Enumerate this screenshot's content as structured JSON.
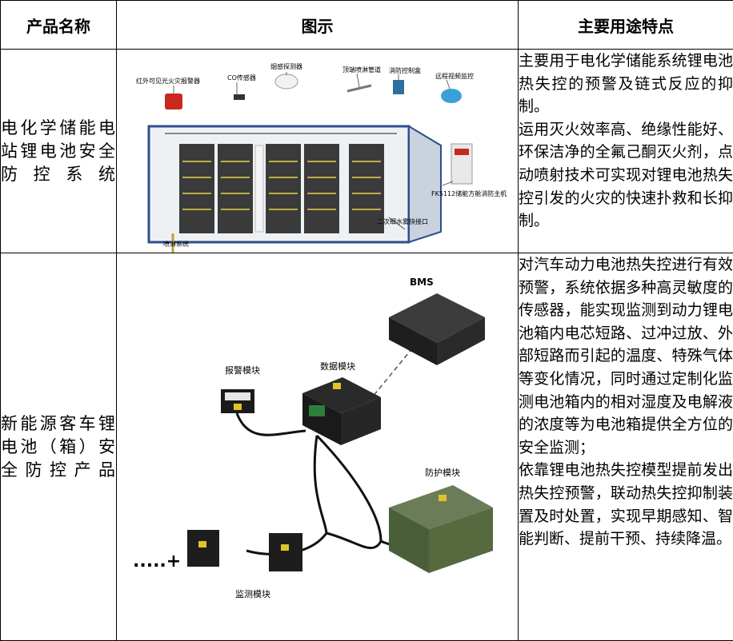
{
  "header": {
    "col_name": "产品名称",
    "col_figure": "图示",
    "col_desc": "主要用途特点"
  },
  "rows": [
    {
      "name": "电化学储能电站锂电池安全防控系统",
      "figure_labels": {
        "l1": "红外可见光火灾报警器",
        "l2": "CO传感器",
        "l3": "烟感探测器",
        "l4": "顶端喷淋管道",
        "l5": "消防控制盒",
        "l6": "远程视频监控",
        "l7": "FK5112储能方舱消防主机",
        "l8": "二次细水雾快接口",
        "l9": "喷淋系统"
      },
      "desc": [
        "主要用于电化学储能系统锂电池热失控的预警及链式反应的抑制。",
        "运用灭火效率高、绝缘性能好、环保洁净的全氟己酮灭火剂，点动喷射技术可实现对锂电池热失控引发的火灾的快速扑救和长抑制。"
      ]
    },
    {
      "name": "新能源客车锂电池（箱）安全防控产品",
      "figure_labels": {
        "bms": "BMS",
        "alarm": "报警模块",
        "data": "数据模块",
        "protect": "防护模块",
        "monitor": "监测模块",
        "plus": ".....+"
      },
      "desc": [
        "对汽车动力电池热失控进行有效预警，系统依据多种高灵敏度的传感器，能实现监测到动力锂电池箱内电芯短路、过冲过放、外部短路而引起的温度、特殊气体等变化情况，同时通过定制化监测电池箱内的相对湿度及电解液的浓度等为电池箱提供全方位的安全监测；",
        "依靠锂电池热失控模型提前发出热失控预警，联动热失控抑制装置及时处置，实现早期感知、智能判断、提前干预、持续降温。"
      ]
    }
  ],
  "colors": {
    "container": "#2f4f8a",
    "module_green": "#4a5e3a",
    "alarm_red": "#c8281e",
    "black_device": "#222222"
  }
}
